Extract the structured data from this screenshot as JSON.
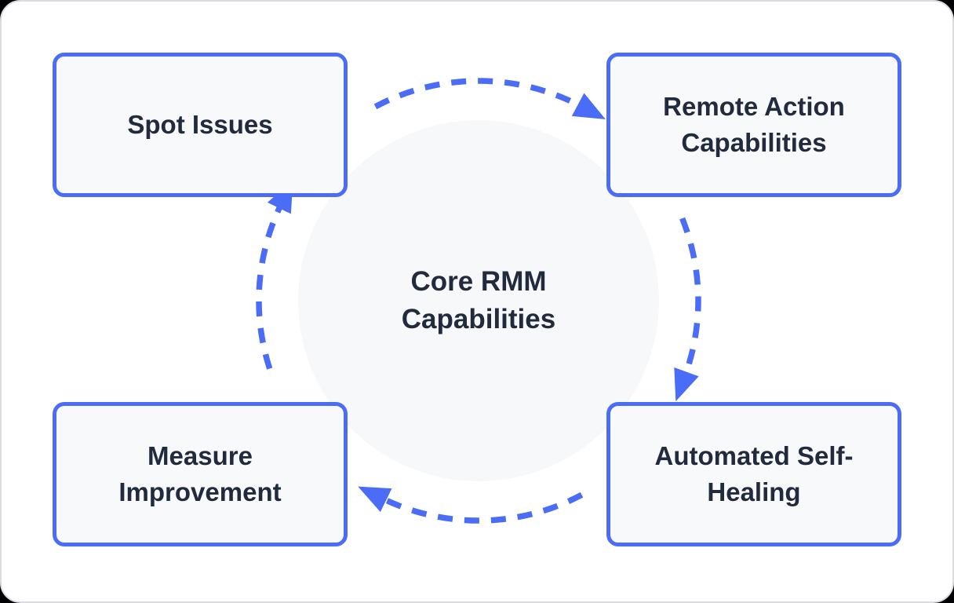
{
  "diagram": {
    "title": "Core RMM Capabilities cycle",
    "center": {
      "label": "Core RMM Capabilities",
      "lines": [
        "Core RMM",
        "Capabilities"
      ]
    },
    "nodes": [
      {
        "id": "spot-issues",
        "label": "Spot Issues",
        "position": "top-left"
      },
      {
        "id": "remote-action",
        "label": "Remote Action Capabilities",
        "position": "top-right"
      },
      {
        "id": "automated-self-healing",
        "label": "Automated Self-Healing",
        "position": "bottom-right"
      },
      {
        "id": "measure-improvement",
        "label": "Measure Improvement",
        "position": "bottom-left"
      }
    ],
    "flow": {
      "direction": "clockwise",
      "style": "dashed-arc-arrows",
      "sequence": [
        "Spot Issues",
        "Remote Action Capabilities",
        "Automated Self-Healing",
        "Measure Improvement"
      ]
    },
    "colors": {
      "accent_blue": "#4a6cf7",
      "node_fill": "#f8f9fb",
      "node_text": "#222b3d",
      "circle_fill": "#f7f8fa",
      "card_background": "#ffffff",
      "card_border": "#d9dde3",
      "page_background": "#000000"
    }
  }
}
